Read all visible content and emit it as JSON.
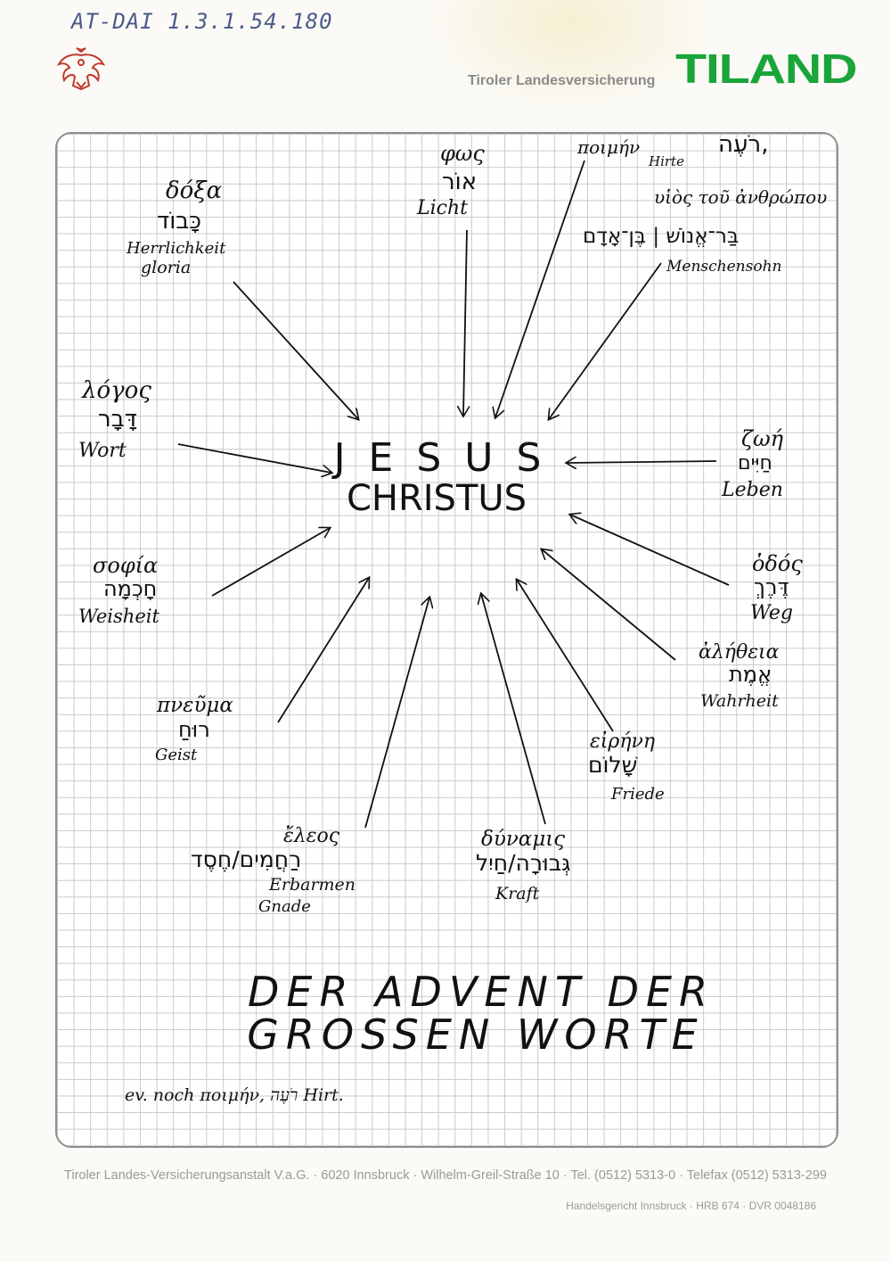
{
  "header": {
    "archive_id": "AT-DAI 1.3.1.54.180",
    "insurer_name": "Tiroler Landesversicherung",
    "logo_text": "TILAND",
    "logo_color": "#1aa53a",
    "crest_icon": "tyrolean-eagle-icon"
  },
  "center": {
    "line1": "J E S U S",
    "line2": "CHRISTUS"
  },
  "words": {
    "doxa": {
      "greek": "δόξα",
      "hebrew": "כָּבוֹד",
      "german1": "Herrlichkeit",
      "german2": "gloria"
    },
    "phos": {
      "greek": "φως",
      "hebrew": "אוֹר",
      "german": "Licht"
    },
    "poimen": {
      "greek": "ποιμήν",
      "hebrew": "רֹעֶה,",
      "german": "Hirte"
    },
    "huios": {
      "greek": "υἱὸς τοῦ ἀνθρώπου",
      "hebrew": "בַּר־אֱנוֹשׁ | בֶּן־אָדָם",
      "german": "Menschensohn"
    },
    "logos": {
      "greek": "λόγος",
      "hebrew": "דָּבָר",
      "german": "Wort"
    },
    "zoe": {
      "greek": "ζωή",
      "hebrew": "חַיִּים",
      "german": "Leben"
    },
    "sophia": {
      "greek": "σοφία",
      "hebrew": "חָכְמָה",
      "german": "Weisheit"
    },
    "hodos": {
      "greek": "ὁδός",
      "hebrew": "דֶּרֶךְ",
      "german": "Weg"
    },
    "aletheia": {
      "greek": "ἀλήθεια",
      "hebrew": "אֱמֶת",
      "german": "Wahrheit"
    },
    "pneuma": {
      "greek": "πνεῦμα",
      "hebrew": "רוּחַ",
      "german": "Geist"
    },
    "eirene": {
      "greek": "εἰρήνη",
      "hebrew": "שָׁלוֹם",
      "german": "Friede"
    },
    "eleos": {
      "greek": "ἔλεος",
      "hebrew": "רַחֲמִים/חֶסֶד",
      "german1": "Erbarmen",
      "german2": "Gnade"
    },
    "dynamis": {
      "greek": "δύναμις",
      "hebrew": "גְּבוּרָה/חַיִל",
      "german": "Kraft"
    }
  },
  "title": {
    "line1": "DER ADVENT DER",
    "line2": "GROSSEN WORTE"
  },
  "note": "ev. noch ποιμήν, רֹעֶה Hirt.",
  "footer": {
    "address": "Tiroler Landes-Versicherungsanstalt V.a.G. · 6020 Innsbruck · Wilhelm-Greil-Straße 10 · Tel. (0512) 5313-0 · Telefax (0512) 5313-299",
    "register": "Handelsgericht Innsbruck · HRB 674 · DVR 0048186"
  }
}
